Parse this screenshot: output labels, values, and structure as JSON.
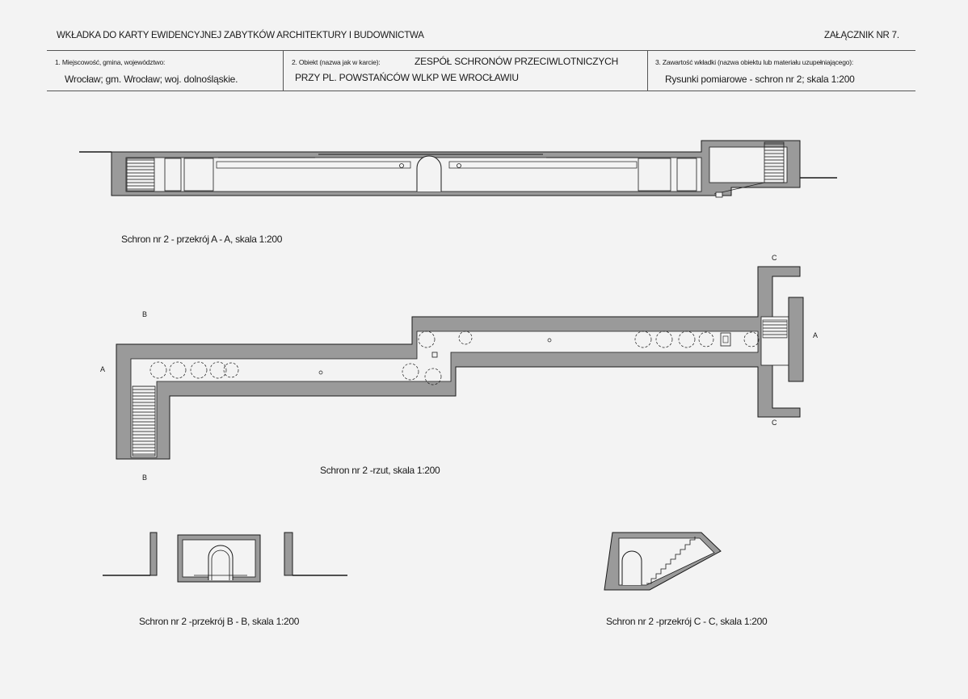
{
  "header": {
    "title": "WKŁADKA DO KARTY EWIDENCYJNEJ ZABYTKÓW ARCHITEKTURY I BUDOWNICTWA",
    "annex": "ZAŁĄCZNIK NR 7."
  },
  "fields": {
    "location_label": "1. Miejscowość, gmina, województwo:",
    "location_value": "Wrocław;  gm. Wrocław; woj. dolnośląskie.",
    "object_label": "2. Obiekt (nazwa jak w karcie):",
    "object_value_1": "ZESPÓŁ SCHRONÓW PRZECIWLOTNICZYCH",
    "object_value_2": "PRZY PL. POWSTAŃCÓW WLKP WE WROCŁAWIU",
    "contents_label": "3. Zawartość wkładki (nazwa obiektu lub materiału uzupełniającego):",
    "contents_value": "Rysunki pomiarowe - schron nr 2;  skala 1:200"
  },
  "captions": {
    "section_aa": "Schron nr 2 - przekrój A - A, skala 1:200",
    "plan": "Schron nr 2 -rzut, skala 1:200",
    "section_bb": "Schron nr 2 -przekrój B - B, skala 1:200",
    "section_cc": "Schron nr 2 -przekrój C - C, skala 1:200"
  },
  "section_markers": {
    "a_left": "A",
    "a_right": "A",
    "b_top": "B",
    "b_bottom": "B",
    "c_top": "C",
    "c_bottom": "C"
  },
  "colors": {
    "paper": "#f3f3f3",
    "wall_fill": "#9a9a9a",
    "line": "#1a1a1a"
  }
}
